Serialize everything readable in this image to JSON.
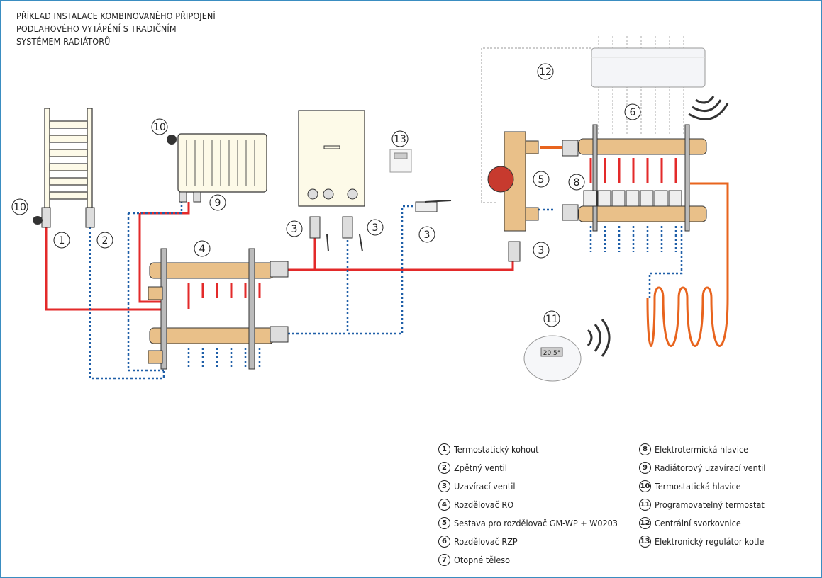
{
  "title": {
    "lines": [
      "PŘÍKLAD INSTALACE KOMBINOVANÉHO PŘIPOJENÍ",
      "PODLAHOVÉHO VYTÁPĚNÍ S TRADIČNÍM",
      "SYSTÉMEM RADIÁTORŮ"
    ]
  },
  "callouts": [
    "1",
    "2",
    "3",
    "4",
    "5",
    "6",
    "8",
    "9",
    "10",
    "11",
    "12",
    "13"
  ],
  "thermostat_display": "20.5°",
  "colors": {
    "supply": "#e32a2a",
    "return": "#1f5fa8",
    "heating_loop": "#e8641e",
    "brass": "#e9c089",
    "frame": "#3a8dc1"
  },
  "legend": {
    "left": [
      {
        "num": "1",
        "label": "Termostatický kohout"
      },
      {
        "num": "2",
        "label": "Zpětný ventil"
      },
      {
        "num": "3",
        "label": "Uzavírací ventil"
      },
      {
        "num": "4",
        "label": "Rozdělovač RO"
      },
      {
        "num": "5",
        "label": "Sestava pro rozdělovač GM-WP + W0203"
      },
      {
        "num": "6",
        "label": "Rozdělovač RZP"
      },
      {
        "num": "7",
        "label": "Otopné těleso"
      }
    ],
    "right": [
      {
        "num": "8",
        "label": "Elektrotermická hlavice"
      },
      {
        "num": "9",
        "label": "Radiátorový uzavírací ventil"
      },
      {
        "num": "10",
        "label": "Termostatická hlavice"
      },
      {
        "num": "11",
        "label": "Programovatelný termostat"
      },
      {
        "num": "12",
        "label": "Centrální svorkovnice"
      },
      {
        "num": "13",
        "label": "Elektronický regulátor kotle"
      }
    ]
  }
}
